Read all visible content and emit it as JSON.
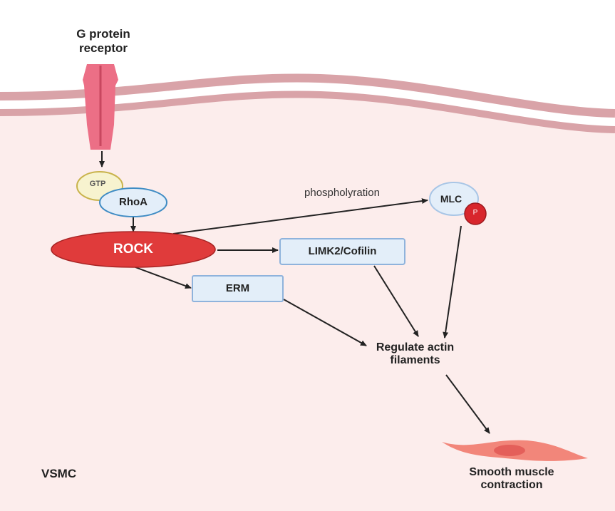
{
  "labels": {
    "receptor": "G protein receptor",
    "gtp": "GTP",
    "rhoa": "RhoA",
    "rock": "ROCK",
    "phosphorylation": "phospholyration",
    "mlc": "MLC",
    "p": "P",
    "limk2": "LIMK2/Cofilin",
    "erm": "ERM",
    "regulate": "Regulate actin filaments",
    "contraction": "Smooth muscle contraction",
    "vsmc": "VSMC"
  },
  "colors": {
    "cytoplasm": "#fcedec",
    "membrane": "#d9a3a8",
    "receptor": "#ec6f86",
    "rock": "#e03b3b",
    "box_fill": "#e3eef9",
    "box_border": "#8fb3dc",
    "gtp_fill": "#f7f3cf",
    "gtp_border": "#c9b34c",
    "phospho": "#d8262c",
    "cell": "#f2867a"
  }
}
